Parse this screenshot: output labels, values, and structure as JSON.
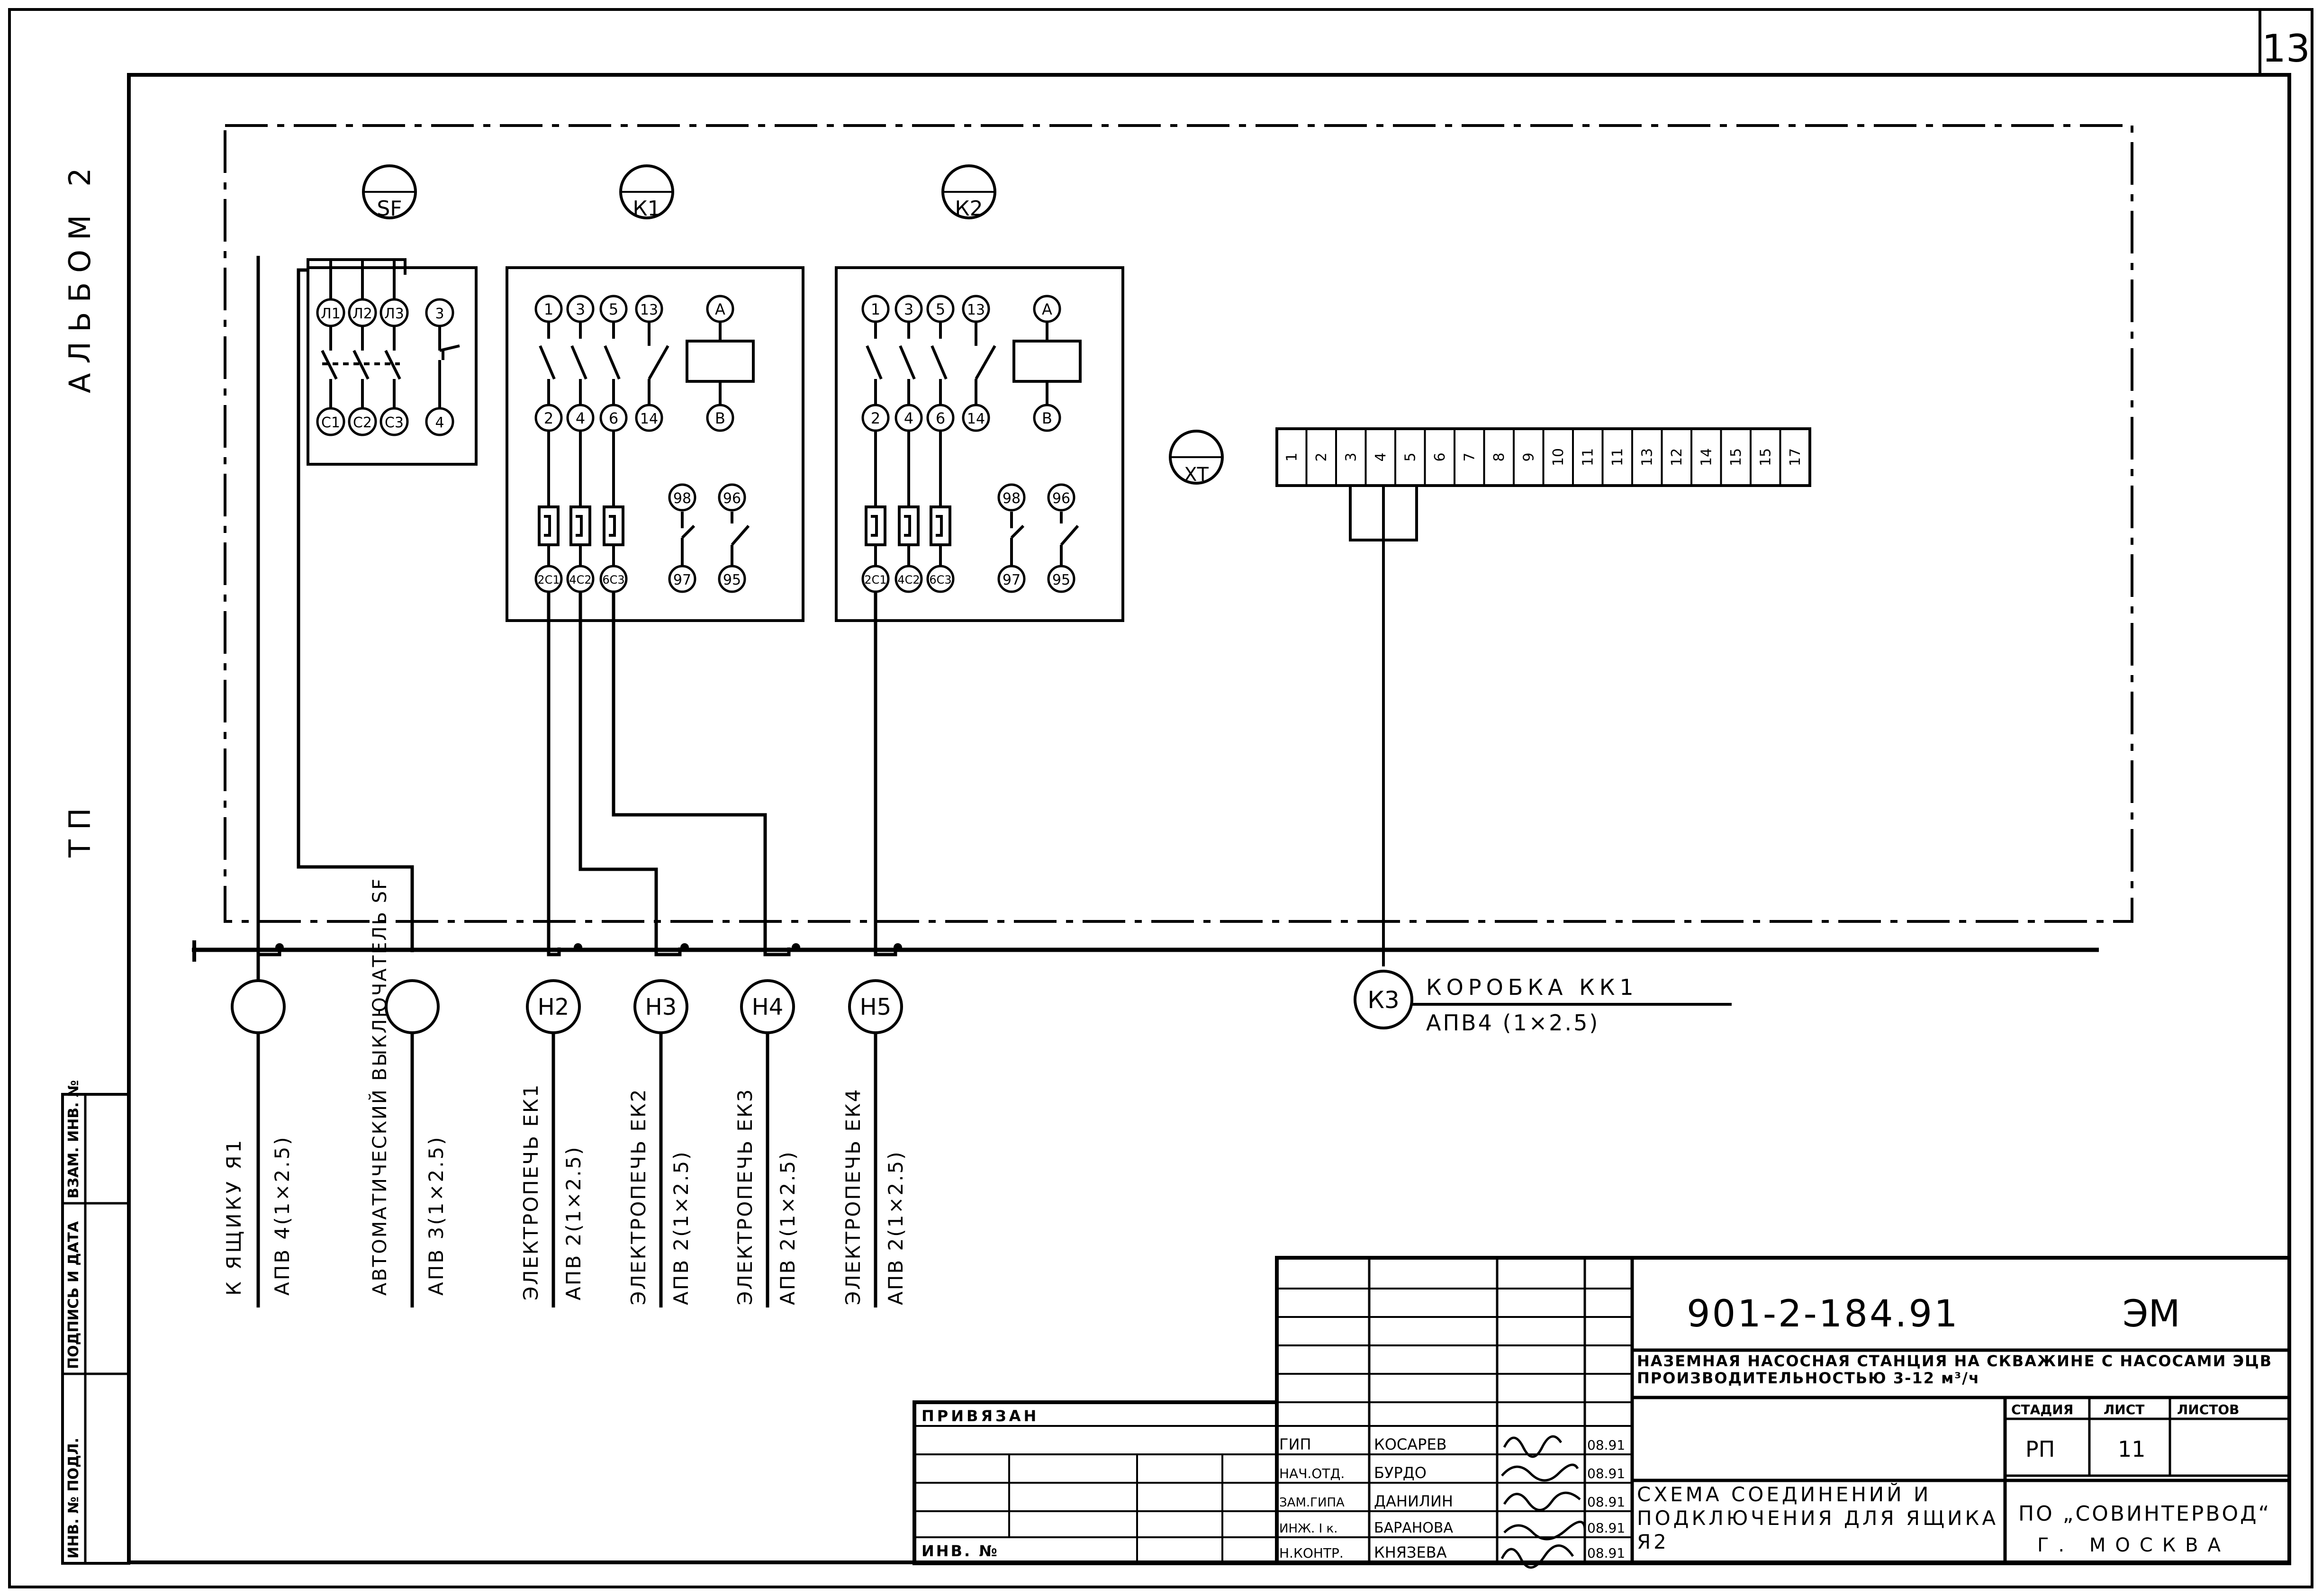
{
  "sheet_corner_number": "13",
  "left_margin": {
    "album": "АЛЬБОМ 2",
    "tp": "ТП"
  },
  "devices": {
    "sf": {
      "tag": "SF",
      "top_terminals": [
        "Л1",
        "Л2",
        "Л3",
        "3"
      ],
      "bottom_terminals": [
        "С1",
        "С2",
        "С3",
        "4"
      ]
    },
    "k1": {
      "tag": "К1",
      "top_terminals": [
        "1",
        "3",
        "5",
        "13",
        "А"
      ],
      "mid_terminals": [
        "2",
        "4",
        "6",
        "14",
        "В"
      ],
      "relay_terminals_top": [
        "98",
        "96"
      ],
      "relay_terminals_bottom": [
        "2С1",
        "4С2",
        "6С3",
        "97",
        "95"
      ]
    },
    "k2": {
      "tag": "К2",
      "top_terminals": [
        "1",
        "3",
        "5",
        "13",
        "А"
      ],
      "mid_terminals": [
        "2",
        "4",
        "6",
        "14",
        "В"
      ],
      "relay_terminals_top": [
        "98",
        "96"
      ],
      "relay_terminals_bottom": [
        "2С1",
        "4С2",
        "6С3",
        "97",
        "95"
      ]
    },
    "xt": {
      "tag": "ХТ",
      "terminals": [
        "1",
        "2",
        "3",
        "4",
        "5",
        "6",
        "7",
        "8",
        "9",
        "10",
        "11",
        "11",
        "13",
        "12",
        "14",
        "15",
        "15",
        "17"
      ]
    }
  },
  "nodes": [
    {
      "id": "",
      "label": "К ЯЩИКУ Я1",
      "cable": "АПВ 4(1×2.5)"
    },
    {
      "id": "",
      "label": "АВТОМАТИЧЕСКИЙ ВЫКЛЮЧАТЕЛЬ SF",
      "cable": "АПВ 3(1×2.5)"
    },
    {
      "id": "Н2",
      "label": "ЭЛЕКТРОПЕЧЬ ЕК1",
      "cable": "АПВ 2(1×2.5)"
    },
    {
      "id": "Н3",
      "label": "ЭЛЕКТРОПЕЧЬ ЕК2",
      "cable": "АПВ 2(1×2.5)"
    },
    {
      "id": "Н4",
      "label": "ЭЛЕКТРОПЕЧЬ ЕК3",
      "cable": "АПВ 2(1×2.5)"
    },
    {
      "id": "Н5",
      "label": "ЭЛЕКТРОПЕЧЬ ЕК4",
      "cable": "АПВ 2(1×2.5)"
    }
  ],
  "k3": {
    "id": "К3",
    "label": "КОРОБКА КК1",
    "cable": "АПВ4 (1×2.5)"
  },
  "stamp": {
    "side_labels": [
      "ИНВ. № ПОДЛ.",
      "ПОДПИСЬ И ДАТА",
      "ВЗАМ. ИНВ. №"
    ],
    "privyazan": "ПРИВЯЗАН",
    "inv_no": "ИНВ. №",
    "doc_code": "901-2-184.91",
    "doc_type": "ЭМ",
    "project_title": "НАЗЕМНАЯ НАСОСНАЯ СТАНЦИЯ НА СКВАЖИНЕ С НАСОСАМИ ЭЦВ ПРОИЗВОДИТЕЛЬНОСТЬЮ 3-12 м³/ч",
    "sheet_title": "СХЕМА СОЕДИНЕНИЙ И ПОДКЛЮЧЕНИЯ ДЛЯ ЯЩИКА Я2",
    "headers": {
      "stage": "СТАДИЯ",
      "sheet": "ЛИСТ",
      "sheets": "ЛИСТОВ"
    },
    "stage": "РП",
    "sheet_no": "11",
    "org": "ПО „СОВИНТЕРВОД“",
    "city": "Г. МОСКВА",
    "roles": [
      {
        "role": "ГИП",
        "name": "КОСАРЕВ",
        "date": "08.91"
      },
      {
        "role": "НАЧ.ОТД.",
        "name": "БУРДО",
        "date": "08.91"
      },
      {
        "role": "ЗАМ.ГИПА",
        "name": "ДАНИЛИН",
        "date": "08.91"
      },
      {
        "role": "ИНЖ. I к.",
        "name": "БАРАНОВА",
        "date": "08.91"
      },
      {
        "role": "Н.КОНТР.",
        "name": "КНЯЗЕВА",
        "date": "08.91"
      }
    ]
  }
}
